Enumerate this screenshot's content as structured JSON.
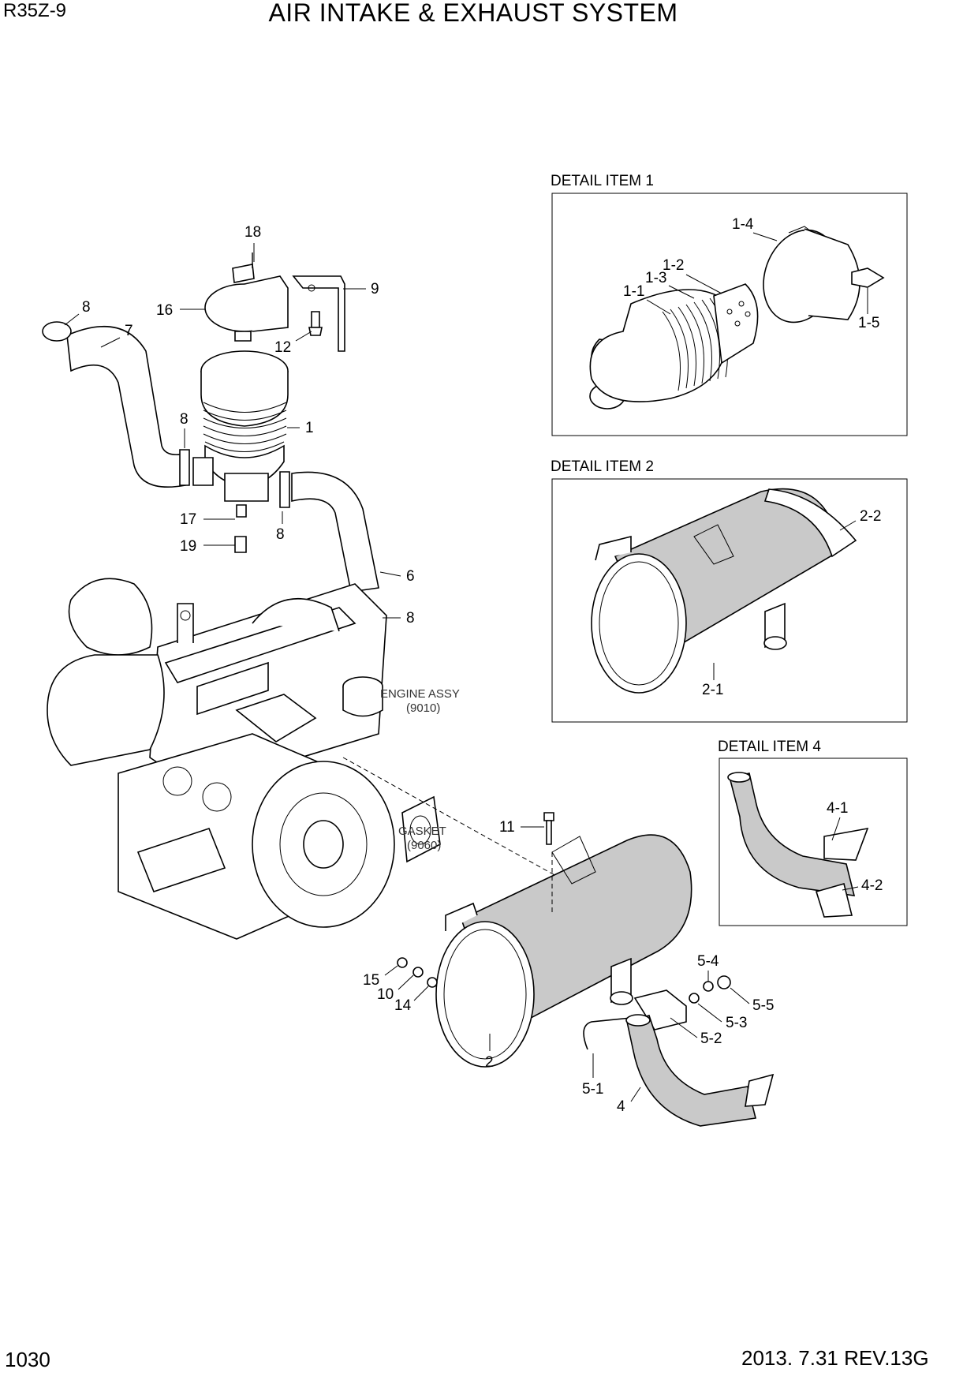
{
  "header": {
    "model": "R35Z-9",
    "title": "AIR INTAKE & EXHAUST SYSTEM"
  },
  "footer": {
    "page_number": "1030",
    "revision": "2013. 7.31  REV.13G"
  },
  "details": {
    "item1": "DETAIL ITEM 1",
    "item2": "DETAIL ITEM 2",
    "item4": "DETAIL ITEM 4"
  },
  "notes": {
    "engine_line1": "ENGINE ASSY",
    "engine_line2": "(9010)",
    "gasket_line1": "GASKET",
    "gasket_line2": "(9060)"
  },
  "callouts": {
    "c18": "18",
    "c9": "9",
    "c16": "16",
    "c8a": "8",
    "c7": "7",
    "c12": "12",
    "c8b": "8",
    "c1": "1",
    "c17": "17",
    "c8c": "8",
    "c19": "19",
    "c6": "6",
    "c8d": "8",
    "c11": "11",
    "c15": "15",
    "c10": "10",
    "c14": "14",
    "c2": "2",
    "c5_4": "5-4",
    "c5_5": "5-5",
    "c5_3": "5-3",
    "c5_2": "5-2",
    "c5_1": "5-1",
    "c4": "4",
    "c1_4": "1-4",
    "c1_2": "1-2",
    "c1_3": "1-3",
    "c1_1": "1-1",
    "c1_5": "1-5",
    "c2_2": "2-2",
    "c2_1": "2-1",
    "c4_1": "4-1",
    "c4_2": "4-2"
  }
}
